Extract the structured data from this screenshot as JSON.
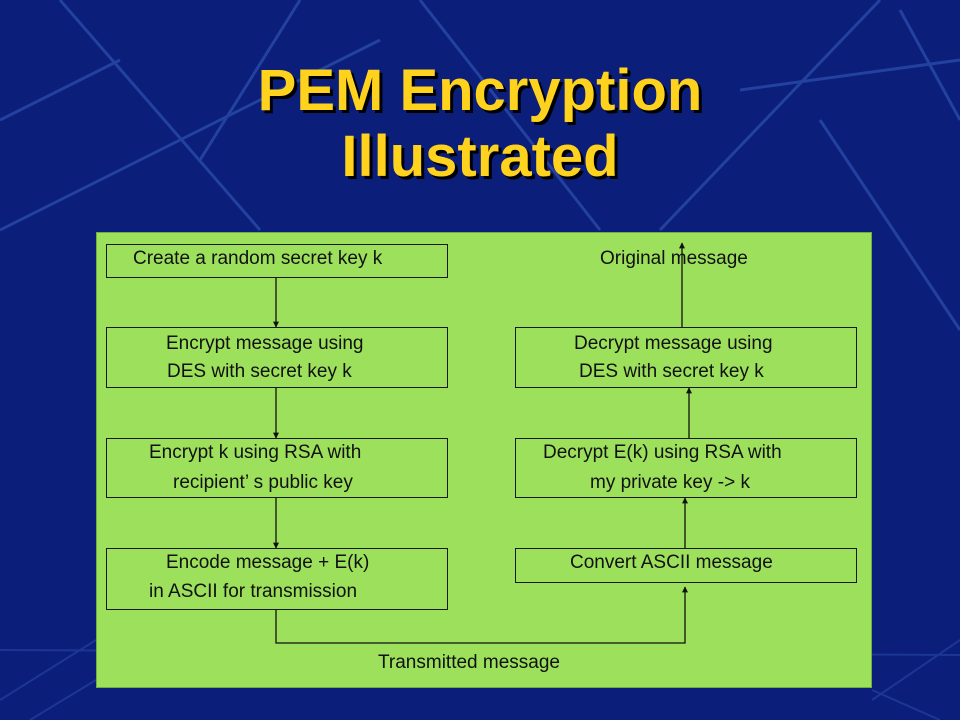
{
  "slide": {
    "title_line1": "PEM Encryption",
    "title_line2": "Illustrated"
  },
  "diagram": {
    "left": {
      "create_key": "Create a random secret key k",
      "encrypt_msg_line1": "Encrypt message using",
      "encrypt_msg_line2": "DES with secret key k",
      "encrypt_k_line1": "Encrypt k using RSA with",
      "encrypt_k_line2": "recipient’ s public key",
      "encode_line1": "Encode message + E(k)",
      "encode_line2": "in ASCII for transmission"
    },
    "right": {
      "original": "Original message",
      "decrypt_msg_line1": "Decrypt message using",
      "decrypt_msg_line2": "DES with secret key k",
      "decrypt_k_line1": "Decrypt E(k) using RSA with",
      "decrypt_k_line2": "my private key -> k",
      "convert": "Convert ASCII message"
    },
    "transmitted": "Transmitted message"
  },
  "colors": {
    "background": "#0a1e7a",
    "title": "#ffd21e",
    "panel": "#9de05c"
  }
}
